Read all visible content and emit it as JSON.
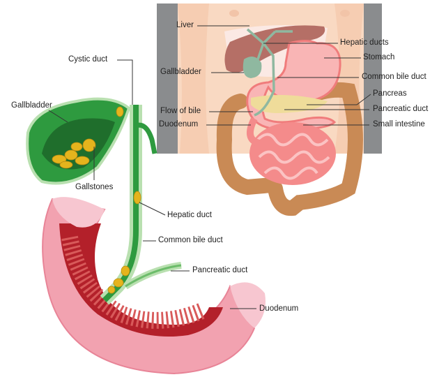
{
  "inset_labels": {
    "liver": "Liver",
    "hepatic_ducts": "Hepatic ducts",
    "stomach": "Stomach",
    "gallbladder": "Gallbladder",
    "common_bile_duct": "Common bile duct",
    "pancreas": "Pancreas",
    "pancreatic_duct": "Pancreatic duct",
    "flow_of_bile": "Flow of bile",
    "duodenum": "Duodenum",
    "small_intestine": "Small intestine"
  },
  "main_labels": {
    "cystic_duct": "Cystic duct",
    "gallbladder": "Gallbladder",
    "gallstones": "Gallstones",
    "hepatic_duct": "Hepatic duct",
    "common_bile_duct": "Common bile duct",
    "pancreatic_duct": "Pancreatic duct",
    "duodenum": "Duodenum"
  },
  "colors": {
    "skin": "#f9d9c2",
    "gray": "#8a8c8e",
    "liver": "#b56f66",
    "stomach": "#f48b8b",
    "bile_green": "#2e9a3f",
    "gallstone": "#e5b41d",
    "duodenum_inner": "#b3202a",
    "duodenum_outer": "#f2a2b0",
    "colon": "#c98a55"
  }
}
